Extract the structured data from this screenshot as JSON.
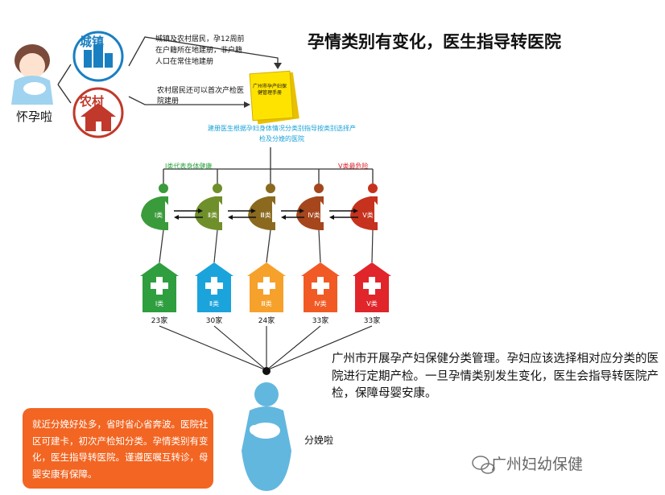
{
  "title": "孕情类别有变化，医生指导转医院",
  "pregnant_label": "怀孕啦",
  "urban_badge": "城镇",
  "rural_badge": "农村",
  "urban_text": "城镇及农村居民，孕12周前在户籍所在地建册，非户籍人口在常住地建册",
  "rural_text": "农村居民还可以首次产检医院建册",
  "booklet_text": "广州市孕产妇保健管理手册",
  "classify_note": "建册医生根据孕妇身体情况分类别指导按类别选择产检及分娩的医院",
  "green_note": "Ⅰ类代表身体健康",
  "red_note": "Ⅴ类最危险",
  "classes": [
    {
      "label": "Ⅰ类",
      "count": "23家",
      "color": "#2e9e3f"
    },
    {
      "label": "Ⅱ类",
      "count": "30家",
      "color": "#1ba3dc"
    },
    {
      "label": "Ⅲ类",
      "count": "24家",
      "color": "#f6a12b"
    },
    {
      "label": "Ⅳ类",
      "count": "33家",
      "color": "#f15a24"
    },
    {
      "label": "Ⅴ类",
      "count": "33家",
      "color": "#e0252b"
    }
  ],
  "figure_colors": [
    "#3a9b3a",
    "#6f8f2a",
    "#8b6a1f",
    "#a5461d",
    "#c6321d"
  ],
  "info_text": "广州市开展孕产妇保健分类管理。孕妇应该选择相对应分类的医院进行定期产检。一旦孕情类别发生变化，医生会指导转医院产检，保障母婴安康。",
  "orange_text": "就近分娩好处多，省时省心省奔波。医院社区可建卡，初次产检知分类。孕情类别有变化，医生指导转医院。谨遵医嘱互转诊，母婴安康有保障。",
  "delivery_label": "分娩啦",
  "watermark": "广州妇幼保健"
}
